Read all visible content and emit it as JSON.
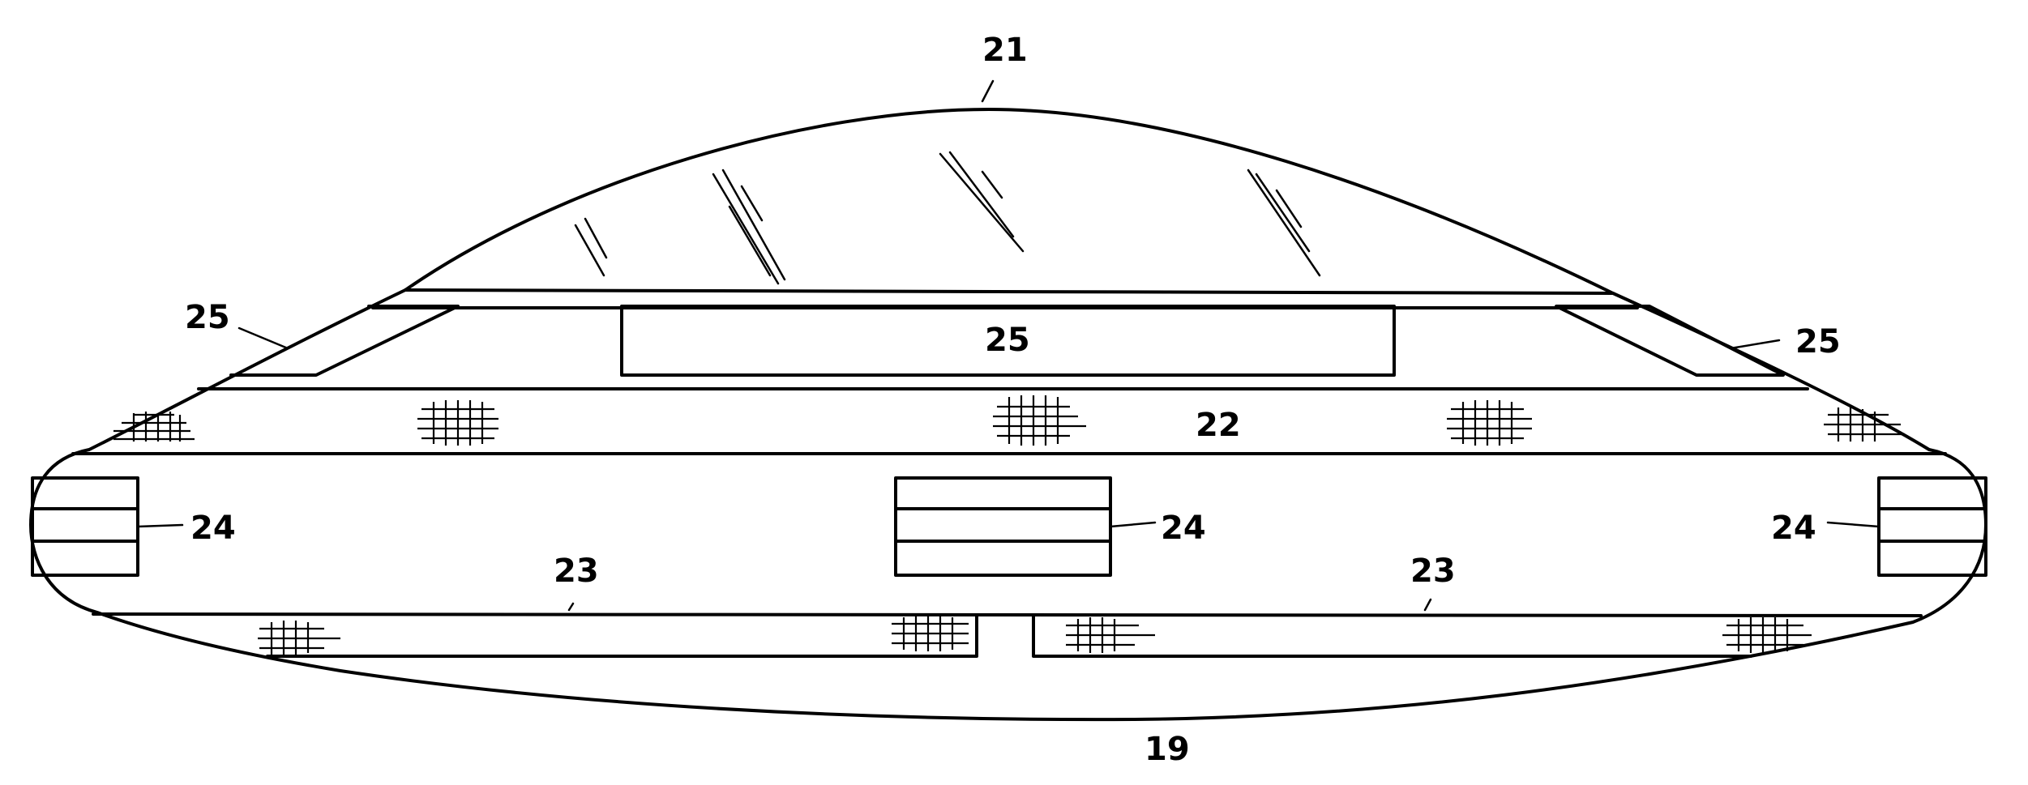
{
  "figure": {
    "labels": {
      "dome": "21",
      "top_left_panel": "25",
      "top_center_panel": "25",
      "top_right_panel": "25",
      "mid_band": "22",
      "left_block": "24",
      "center_block": "24",
      "right_block": "24",
      "left_strip": "23",
      "right_strip": "23",
      "hull": "19"
    }
  }
}
